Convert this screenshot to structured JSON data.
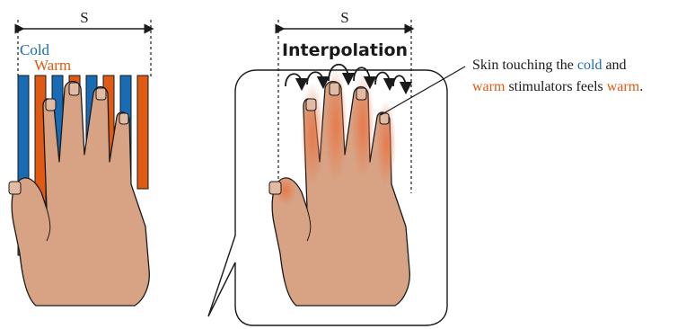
{
  "left_panel": {
    "width_label": "S",
    "cold_label": "Cold",
    "warm_label": "Warm"
  },
  "right_panel": {
    "width_label": "S",
    "title": "Interpolation"
  },
  "callout": {
    "line1_a": "Skin touching the ",
    "line1_cold": "cold",
    "line1_b": " and",
    "line2_warm": "warm",
    "line2_b": " stimulators feels ",
    "line2_warm2": "warm",
    "line2_end": "."
  },
  "colors": {
    "cold": "#1a6bb5",
    "warm": "#e05a14",
    "skin": "#d8a384",
    "heat": "#e8784a"
  }
}
